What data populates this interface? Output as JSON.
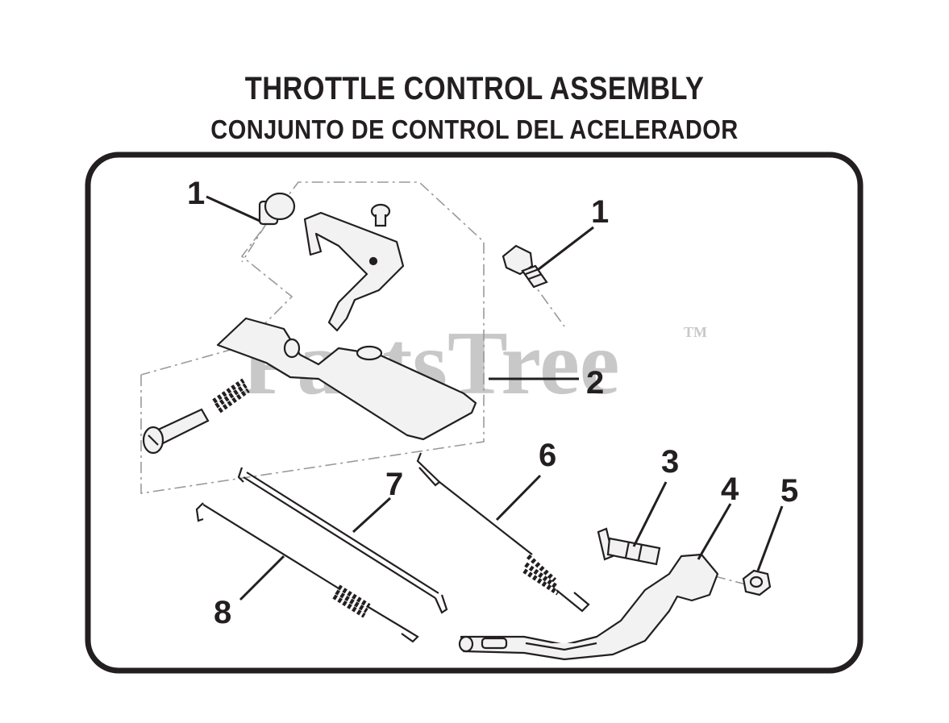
{
  "title": "THROTTLE CONTROL ASSEMBLY",
  "subtitle": "CONJUNTO DE CONTROL DEL ACELERADOR",
  "watermark": {
    "text": "PartsTree",
    "mark": "TM"
  },
  "callouts": [
    "1",
    "1",
    "2",
    "3",
    "4",
    "5",
    "6",
    "7",
    "8"
  ],
  "colors": {
    "ink": "#231f20",
    "dash": "#9a9a9a",
    "watermark": "#c8c8c8",
    "fill": "#f2f2f2"
  }
}
